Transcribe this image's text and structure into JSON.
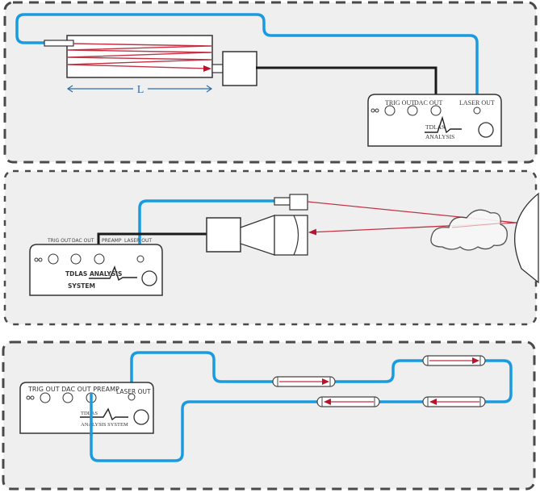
{
  "panels": [
    {
      "id": "multipass-cell",
      "length_label": "L",
      "analyzer": {
        "port_labels": [
          "TRIG OUT",
          "DAC OUT",
          "LASER OUT"
        ],
        "brand_line1": "TDLAS",
        "brand_line2": "ANALYSIS"
      }
    },
    {
      "id": "open-path",
      "analyzer": {
        "port_labels": [
          "TRIG OUT",
          "DAC OUT",
          "PREAMP",
          "LASER OUT"
        ],
        "brand_line1": "TDLAS ANALYSIS",
        "brand_line2": "SYSTEM"
      }
    },
    {
      "id": "multi-cell-chain",
      "analyzer": {
        "port_labels": [
          "TRIG OUT DAC OUT PREAMP",
          "LASER OUT"
        ],
        "brand_line1": "TDLAS",
        "brand_line2": "ANALYSIS SYSTEM"
      }
    }
  ],
  "colors": {
    "fiber": "#1a9be0",
    "electrical": "#1a1a1a",
    "laser_beam": "#b5142c",
    "panel_bg": "#efefef",
    "dash": "#4a4a4a",
    "dimension": "#2f6ea8"
  }
}
